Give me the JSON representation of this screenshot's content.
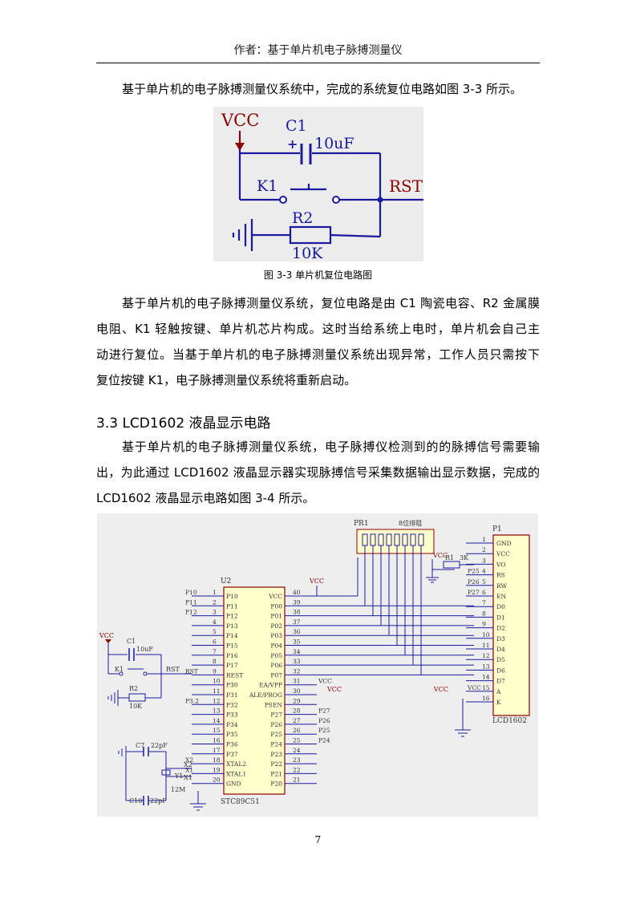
{
  "header": {
    "title": "作者：基于单片机电子脉搏测量仪"
  },
  "intro": {
    "line1": "基于单片机的电子脉搏测量仪系统中，完成的系统复位电路如图 3-3 所示。"
  },
  "figure_reset": {
    "labels": {
      "vcc": "VCC",
      "c1": "C1",
      "c1_value": "10uF",
      "k1": "K1",
      "rst": "RST",
      "r2": "R2",
      "r2_value": "10K"
    },
    "caption": "图 3-3  单片机复位电路图"
  },
  "para_reset": {
    "lines": [
      "基于单片机的电子脉搏测量仪系统，复位电路是由 C1 陶瓷电容、R2 金属膜",
      "电阻、K1 轻触按键、单片机芯片构成。这时当给系统上电时，单片机会自己主",
      "动进行复位。当基于单片机的电子脉搏测量仪系统出现异常，工作人员只需按下",
      "复位按键 K1，电子脉搏测量仪系统将重新启动。"
    ]
  },
  "section": {
    "heading": "3.3  LCD1602 液晶显示电路"
  },
  "para_lcd": {
    "lines": [
      "基于单片机的电子脉搏测量仪系统，电子脉搏仪检测到的的脉搏信号需要输",
      "出，为此通过 LCD1602 液晶显示器实现脉搏信号采集数据输出显示数据，完成的",
      "LCD1602 液晶显示电路如图 3-4 所示。"
    ]
  },
  "figure_lcd": {
    "pr1": "PR1",
    "pr1_desc": "8位排阻",
    "p1": "P1",
    "u2": "U2",
    "mcu_name": "STC89C51",
    "lcd_name": "LCD1602",
    "vcc": "VCC",
    "rst": "RST",
    "k1": "K1",
    "c1": "C1",
    "c1_value": "10uF",
    "r2": "R2",
    "r2_value": "10K",
    "r1": "R1",
    "r1_value": "3K",
    "c7": "C7",
    "c7_value": "22pF",
    "c10": "C10",
    "c10_value": "22pF",
    "y1": "Y1",
    "y1_value": "12M",
    "x1": "X1",
    "x2": "X2",
    "left_pins": [
      {
        "num": "1",
        "name": "P10",
        "net": "P10"
      },
      {
        "num": "2",
        "name": "P11",
        "net": "P11"
      },
      {
        "num": "3",
        "name": "P12",
        "net": "P12"
      },
      {
        "num": "4",
        "name": "P13",
        "net": ""
      },
      {
        "num": "5",
        "name": "P14",
        "net": ""
      },
      {
        "num": "6",
        "name": "P15",
        "net": ""
      },
      {
        "num": "7",
        "name": "P16",
        "net": ""
      },
      {
        "num": "8",
        "name": "P17",
        "net": ""
      },
      {
        "num": "9",
        "name": "REST",
        "net": "RST"
      },
      {
        "num": "10",
        "name": "P30",
        "net": ""
      },
      {
        "num": "11",
        "name": "P31",
        "net": ""
      },
      {
        "num": "12",
        "name": "P32",
        "net": "P3.2"
      },
      {
        "num": "13",
        "name": "P33",
        "net": ""
      },
      {
        "num": "14",
        "name": "P34",
        "net": ""
      },
      {
        "num": "15",
        "name": "P35",
        "net": ""
      },
      {
        "num": "16",
        "name": "P36",
        "net": ""
      },
      {
        "num": "17",
        "name": "P37",
        "net": ""
      },
      {
        "num": "18",
        "name": "XTAL2",
        "net": "X2"
      },
      {
        "num": "19",
        "name": "XTAL1",
        "net": "X1"
      },
      {
        "num": "20",
        "name": "GND",
        "net": ""
      }
    ],
    "right_pins": [
      {
        "num": "40",
        "name": "VCC",
        "net": ""
      },
      {
        "num": "39",
        "name": "P00",
        "net": ""
      },
      {
        "num": "38",
        "name": "P01",
        "net": ""
      },
      {
        "num": "37",
        "name": "P02",
        "net": ""
      },
      {
        "num": "36",
        "name": "P03",
        "net": ""
      },
      {
        "num": "35",
        "name": "P04",
        "net": ""
      },
      {
        "num": "34",
        "name": "P05",
        "net": ""
      },
      {
        "num": "33",
        "name": "P06",
        "net": ""
      },
      {
        "num": "32",
        "name": "P07",
        "net": ""
      },
      {
        "num": "31",
        "name": "EA/VPP",
        "net": "VCC"
      },
      {
        "num": "30",
        "name": "ALE/PROG",
        "net": ""
      },
      {
        "num": "29",
        "name": "PSEN",
        "net": ""
      },
      {
        "num": "28",
        "name": "P27",
        "net": "P27"
      },
      {
        "num": "27",
        "name": "P26",
        "net": "P26"
      },
      {
        "num": "26",
        "name": "P25",
        "net": "P25"
      },
      {
        "num": "25",
        "name": "P24",
        "net": "P24"
      },
      {
        "num": "24",
        "name": "P23",
        "net": ""
      },
      {
        "num": "23",
        "name": "P22",
        "net": ""
      },
      {
        "num": "22",
        "name": "P21",
        "net": ""
      },
      {
        "num": "21",
        "name": "P20",
        "net": ""
      }
    ],
    "lcd_pins": [
      {
        "num": "1",
        "name": "GND",
        "net": ""
      },
      {
        "num": "2",
        "name": "VCC",
        "net": ""
      },
      {
        "num": "3",
        "name": "VO",
        "net": ""
      },
      {
        "num": "4",
        "name": "RS",
        "net": "P25"
      },
      {
        "num": "5",
        "name": "RW",
        "net": "P26"
      },
      {
        "num": "6",
        "name": "EN",
        "net": "P27"
      },
      {
        "num": "7",
        "name": "D0",
        "net": ""
      },
      {
        "num": "8",
        "name": "D1",
        "net": ""
      },
      {
        "num": "9",
        "name": "D2",
        "net": ""
      },
      {
        "num": "10",
        "name": "D3",
        "net": ""
      },
      {
        "num": "11",
        "name": "D4",
        "net": ""
      },
      {
        "num": "12",
        "name": "D5",
        "net": ""
      },
      {
        "num": "13",
        "name": "D6",
        "net": ""
      },
      {
        "num": "14",
        "name": "D7",
        "net": ""
      },
      {
        "num": "15",
        "name": "A",
        "net": "VCC"
      },
      {
        "num": "16",
        "name": "K",
        "net": ""
      }
    ]
  },
  "page": {
    "number": "7"
  }
}
